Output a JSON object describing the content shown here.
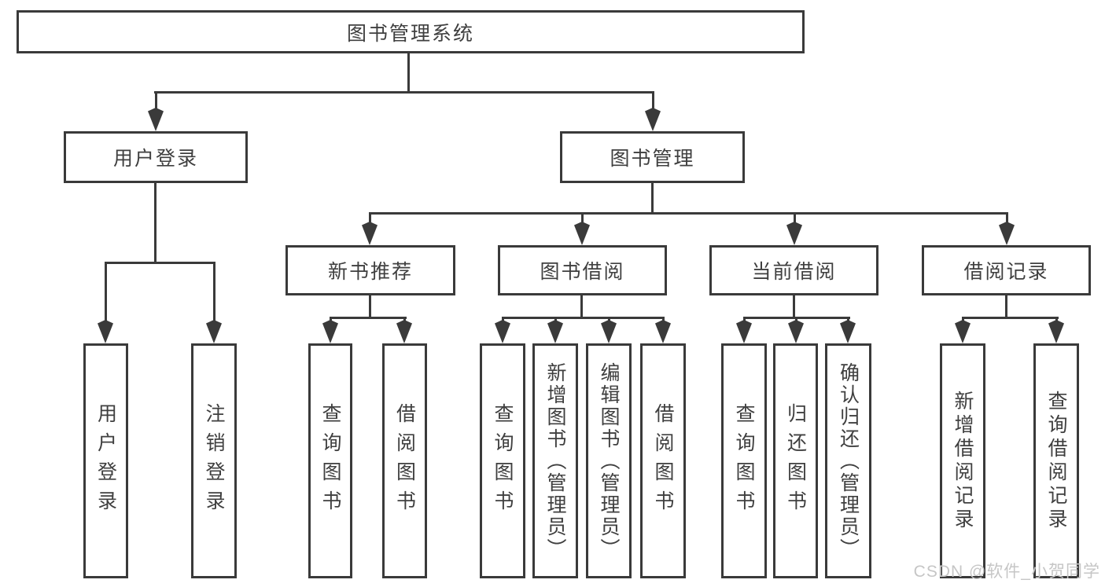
{
  "diagram": {
    "root": {
      "label": "图书管理系统"
    },
    "branches": [
      {
        "label": "用户登录",
        "children": [
          {
            "label": "用户登录"
          },
          {
            "label": "注销登录"
          }
        ]
      },
      {
        "label": "图书管理",
        "children": [
          {
            "label": "新书推荐",
            "children": [
              {
                "label": "查询图书"
              },
              {
                "label": "借阅图书"
              }
            ]
          },
          {
            "label": "图书借阅",
            "children": [
              {
                "label": "查询图书"
              },
              {
                "label": "新增图书（管理员）"
              },
              {
                "label": "编辑图书（管理员）"
              },
              {
                "label": "借阅图书"
              }
            ]
          },
          {
            "label": "当前借阅",
            "children": [
              {
                "label": "查询图书"
              },
              {
                "label": "归还图书"
              },
              {
                "label": "确认归还（管理员）"
              }
            ]
          },
          {
            "label": "借阅记录",
            "children": [
              {
                "label": "新增借阅记录"
              },
              {
                "label": "查询借阅记录"
              }
            ]
          }
        ]
      }
    ]
  },
  "watermark": {
    "text": "CSDN @软件_小贺同学"
  },
  "colors": {
    "line": "#3a3a3a",
    "text": "#3f3f3f",
    "watermark": "#c6c6c6",
    "background": "#ffffff"
  }
}
